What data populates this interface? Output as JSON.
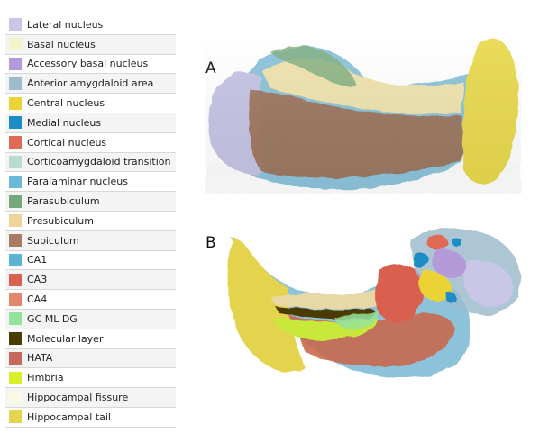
{
  "legend": [
    {
      "label": "Lateral nucleus",
      "color": "#c9c6e6"
    },
    {
      "label": "Basal nucleus",
      "color": "#f7f3c9"
    },
    {
      "label": "Accessory basal nucleus",
      "color": "#b49ad8"
    },
    {
      "label": "Anterior amygdaloid area",
      "color": "#9dbccc"
    },
    {
      "label": "Central nucleus",
      "color": "#ecd336"
    },
    {
      "label": "Medial nucleus",
      "color": "#1b8dc6"
    },
    {
      "label": "Cortical nucleus",
      "color": "#df6a55"
    },
    {
      "label": "Corticoamygdaloid transition",
      "color": "#b9dbd2"
    },
    {
      "label": "Paralaminar nucleus",
      "color": "#6bb8d8"
    },
    {
      "label": "Parasubiculum",
      "color": "#77a87b"
    },
    {
      "label": "Presubiculum",
      "color": "#efd39a"
    },
    {
      "label": "Subiculum",
      "color": "#a97b62"
    },
    {
      "label": "CA1",
      "color": "#5cb3d1"
    },
    {
      "label": "CA3",
      "color": "#d9604f"
    },
    {
      "label": "CA4",
      "color": "#e2876b"
    },
    {
      "label": "GC ML DG",
      "color": "#95e39a"
    },
    {
      "label": "Molecular layer",
      "color": "#4b3b05"
    },
    {
      "label": "HATA",
      "color": "#c66a60"
    },
    {
      "label": "Fimbria",
      "color": "#d8ef2a"
    },
    {
      "label": "Hippocampal fissure",
      "color": "#fdf8e4"
    },
    {
      "label": "Hippocampal tail",
      "color": "#e4d44e"
    }
  ],
  "panels": {
    "a": {
      "label": "A"
    },
    "b": {
      "label": "B"
    }
  }
}
